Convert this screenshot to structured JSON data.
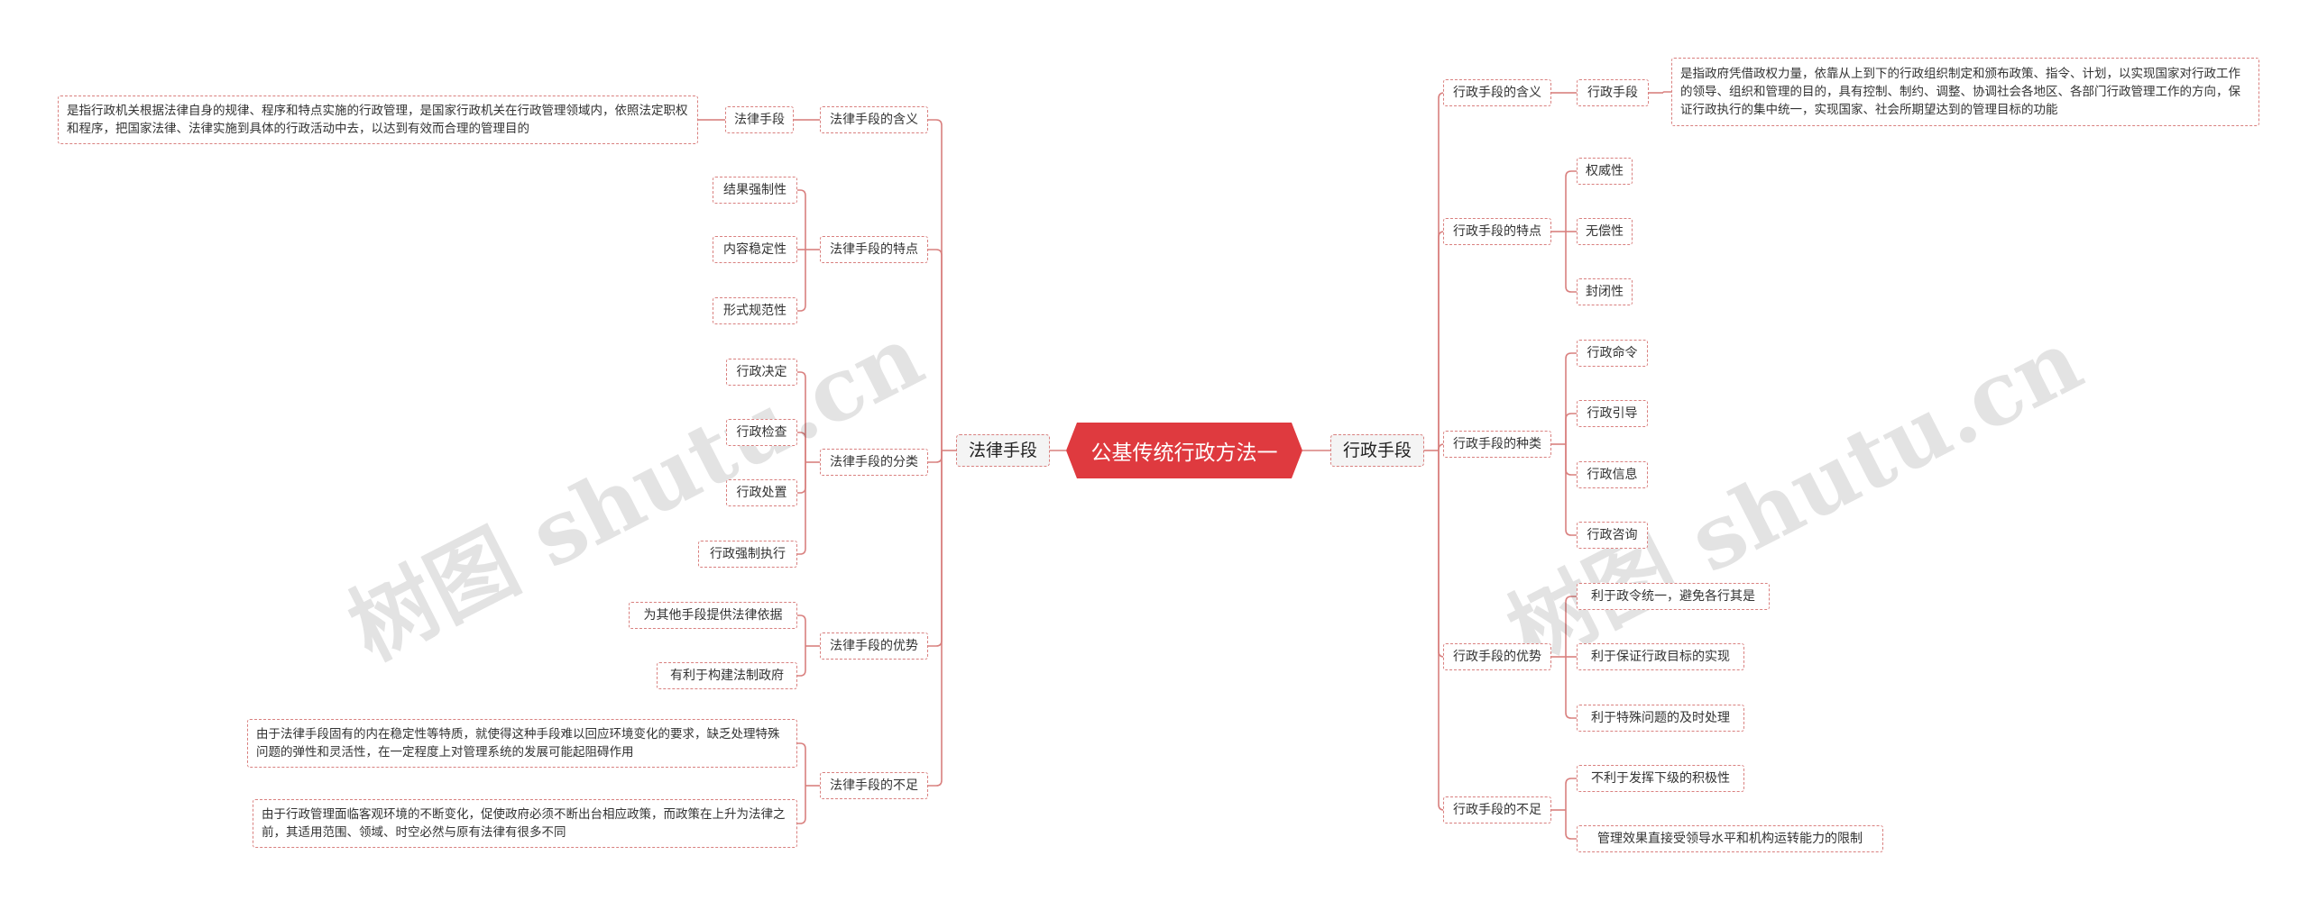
{
  "root": {
    "label": "公基传统行政方法一"
  },
  "left": {
    "label": "法律手段",
    "children": [
      {
        "label": "法律手段的含义",
        "sub": [
          {
            "label": "法律手段"
          }
        ],
        "desc": "是指行政机关根据法律自身的规律、程序和特点实施的行政管理，是国家行政机关在行政管理领域内，依照法定职权和程序，把国家法律、法律实施到具体的行政活动中去，以达到有效而合理的管理目的"
      },
      {
        "label": "法律手段的特点",
        "sub": [
          {
            "label": "结果强制性"
          },
          {
            "label": "内容稳定性"
          },
          {
            "label": "形式规范性"
          }
        ]
      },
      {
        "label": "法律手段的分类",
        "sub": [
          {
            "label": "行政决定"
          },
          {
            "label": "行政检查"
          },
          {
            "label": "行政处置"
          },
          {
            "label": "行政强制执行"
          }
        ]
      },
      {
        "label": "法律手段的优势",
        "sub": [
          {
            "label": "为其他手段提供法律依据"
          },
          {
            "label": "有利于构建法制政府"
          }
        ]
      },
      {
        "label": "法律手段的不足",
        "sub": [
          {
            "label": "由于法律手段固有的内在稳定性等特质，就使得这种手段难以回应环境变化的要求，缺乏处理特殊问题的弹性和灵活性，在一定程度上对管理系统的发展可能起阻碍作用"
          },
          {
            "label": "由于行政管理面临客观环境的不断变化，促使政府必须不断出台相应政策，而政策在上升为法律之前，其适用范围、领域、时空必然与原有法律有很多不同"
          }
        ]
      }
    ]
  },
  "right": {
    "label": "行政手段",
    "children": [
      {
        "label": "行政手段的含义",
        "sub": [
          {
            "label": "行政手段"
          }
        ],
        "desc": "是指政府凭借政权力量，依靠从上到下的行政组织制定和颁布政策、指令、计划，以实现国家对行政工作的领导、组织和管理的目的，具有控制、制约、调整、协调社会各地区、各部门行政管理工作的方向，保证行政执行的集中统一，实现国家、社会所期望达到的管理目标的功能"
      },
      {
        "label": "行政手段的特点",
        "sub": [
          {
            "label": "权威性"
          },
          {
            "label": "无偿性"
          },
          {
            "label": "封闭性"
          }
        ]
      },
      {
        "label": "行政手段的种类",
        "sub": [
          {
            "label": "行政命令"
          },
          {
            "label": "行政引导"
          },
          {
            "label": "行政信息"
          },
          {
            "label": "行政咨询"
          }
        ]
      },
      {
        "label": "行政手段的优势",
        "sub": [
          {
            "label": "利于政令统一，避免各行其是"
          },
          {
            "label": "利于保证行政目标的实现"
          },
          {
            "label": "利于特殊问题的及时处理"
          }
        ]
      },
      {
        "label": "行政手段的不足",
        "sub": [
          {
            "label": "不利于发挥下级的积极性"
          },
          {
            "label": "管理效果直接受领导水平和机构运转能力的限制"
          }
        ]
      }
    ]
  },
  "watermark": {
    "text": "树图 shutu.cn"
  },
  "colors": {
    "root": "#df3a3f",
    "line": "#d9807f",
    "border": "#d9807f",
    "text": "#333333"
  }
}
